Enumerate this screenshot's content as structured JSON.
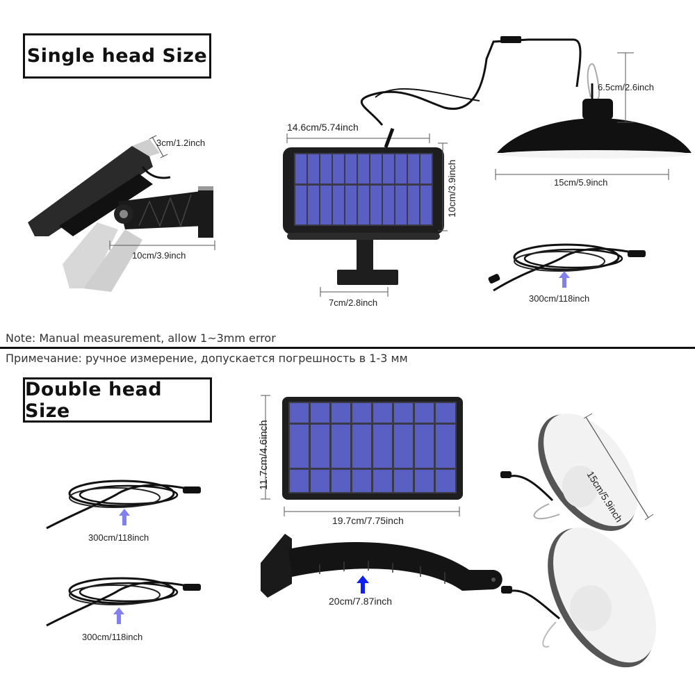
{
  "single_head": {
    "title": "Single head Size",
    "panel_side_view": {
      "thickness_label": "3cm/1.2inch",
      "bracket_length_label": "10cm/3.9inch"
    },
    "solar_panel": {
      "width_label": "14.6cm/5.74inch",
      "height_label": "10cm/3.9inch",
      "base_width_label": "7cm/2.8inch"
    },
    "lamp": {
      "height_label": "6.5cm/2.6inch",
      "diameter_label": "15cm/5.9inch"
    },
    "cable": {
      "length_label": "300cm/118inch"
    }
  },
  "notes": {
    "english": "Note: Manual measurement, allow 1~3mm error",
    "russian": "Примечание: ручное измерение, допускается погрешность в 1-3 мм"
  },
  "double_head": {
    "title": "Double head Size",
    "cables": [
      {
        "length_label": "300cm/118inch"
      },
      {
        "length_label": "300cm/118inch"
      }
    ],
    "solar_panel": {
      "height_label": "11.7cm/4.6inch",
      "width_label": "19.7cm/7.75inch"
    },
    "bracket": {
      "length_label": "20cm/7.87inch"
    },
    "lamp": {
      "diameter_label": "15cm/5.9inch"
    }
  },
  "colors": {
    "panel_cell": "#5a5fc4",
    "panel_frame": "#1e1e1e",
    "arrow_light": "#8080f0",
    "arrow_strong": "#1020f0",
    "dimension_line": "#555555"
  }
}
